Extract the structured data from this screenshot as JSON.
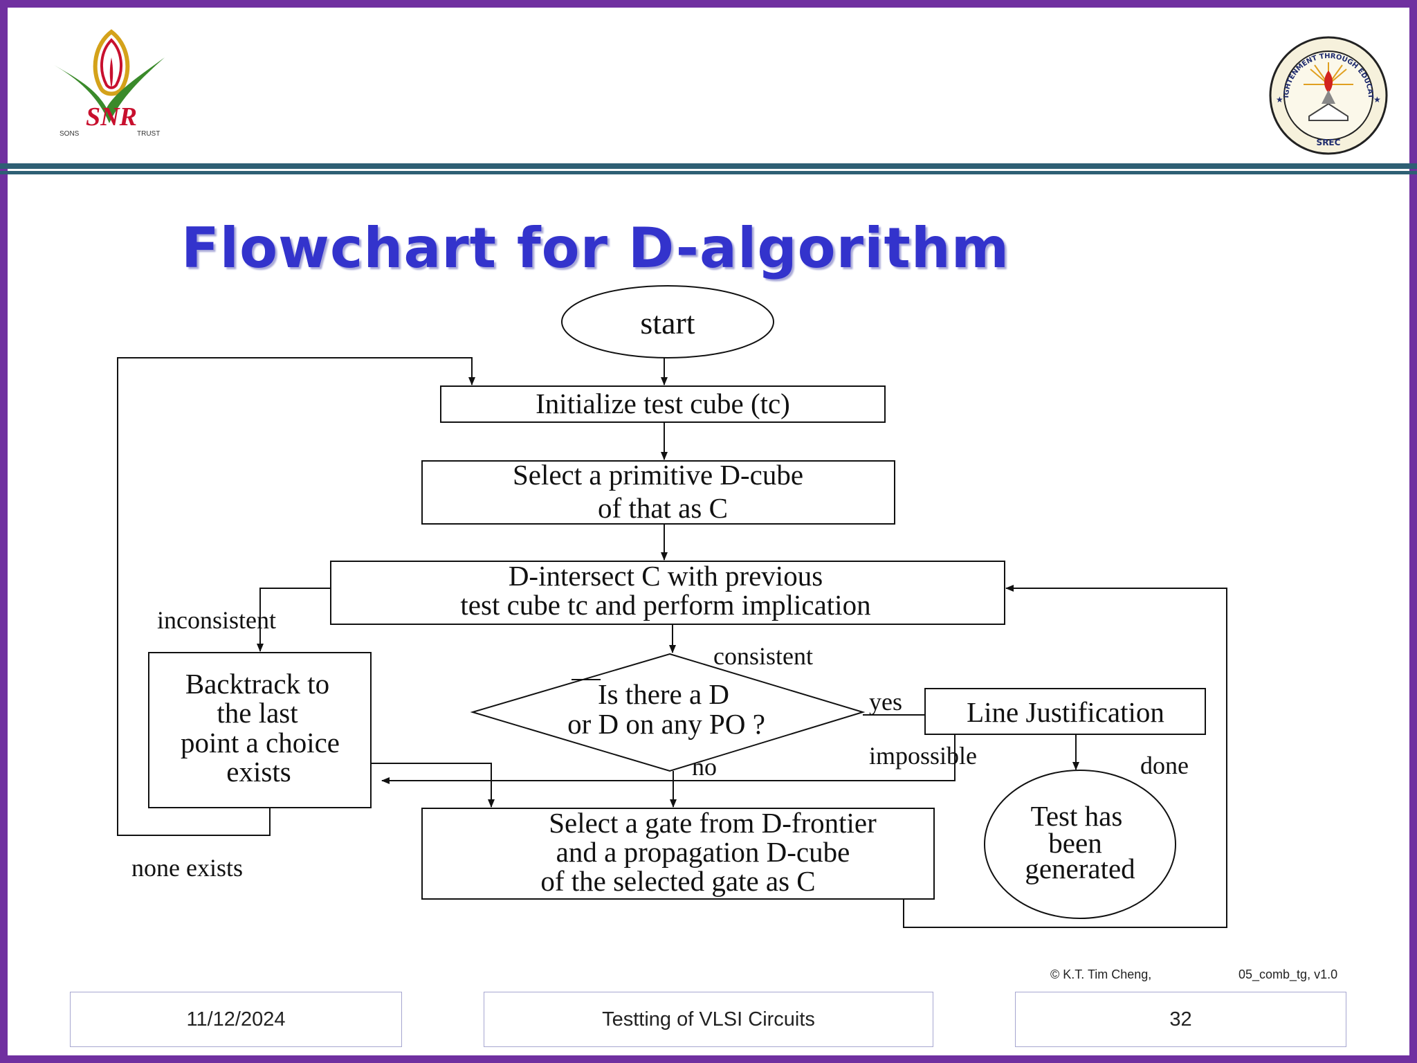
{
  "header": {
    "left_logo": {
      "name": "snr-sons-trust-logo",
      "text": "SNR",
      "subtext_left": "SONS",
      "subtext_right": "TRUST"
    },
    "right_logo": {
      "name": "srec-seal",
      "ring_text": "ENLIGHTENMENT THROUGH EDUCATION",
      "abbr": "SREC"
    }
  },
  "slide": {
    "title": "Flowchart for D-algorithm"
  },
  "flowchart": {
    "nodes": {
      "start": [
        "start"
      ],
      "init": [
        "Initialize test cube (tc)"
      ],
      "select_cube": [
        "Select a primitive D-cube",
        "of that as C"
      ],
      "intersect": [
        "D-intersect C with previous",
        "test cube tc and perform implication"
      ],
      "backtrack": [
        "Backtrack to",
        "the last",
        "point a choice",
        "exists"
      ],
      "decision": [
        "Is there a D",
        "or D on any PO ?"
      ],
      "line_just": [
        "Line Justification"
      ],
      "select_gate": [
        "Select a gate from D-frontier",
        "and a propagation D-cube",
        "of the selected gate as C"
      ],
      "test_done": [
        "Test has",
        "been",
        "generated"
      ]
    },
    "edge_labels": {
      "inconsistent": "inconsistent",
      "consistent": "consistent",
      "yes": "yes",
      "no": "no",
      "impossible": "impossible",
      "done": "done",
      "none_exists": "none exists"
    }
  },
  "credits": {
    "author": "© K.T. Tim Cheng,",
    "file": "05_comb_tg, v1.0"
  },
  "footer": {
    "date": "11/12/2024",
    "course": "Testting of VLSI Circuits",
    "page": "32"
  },
  "colors": {
    "border": "#7030a0",
    "bar": "#2e5f74",
    "title": "#3333cc"
  }
}
